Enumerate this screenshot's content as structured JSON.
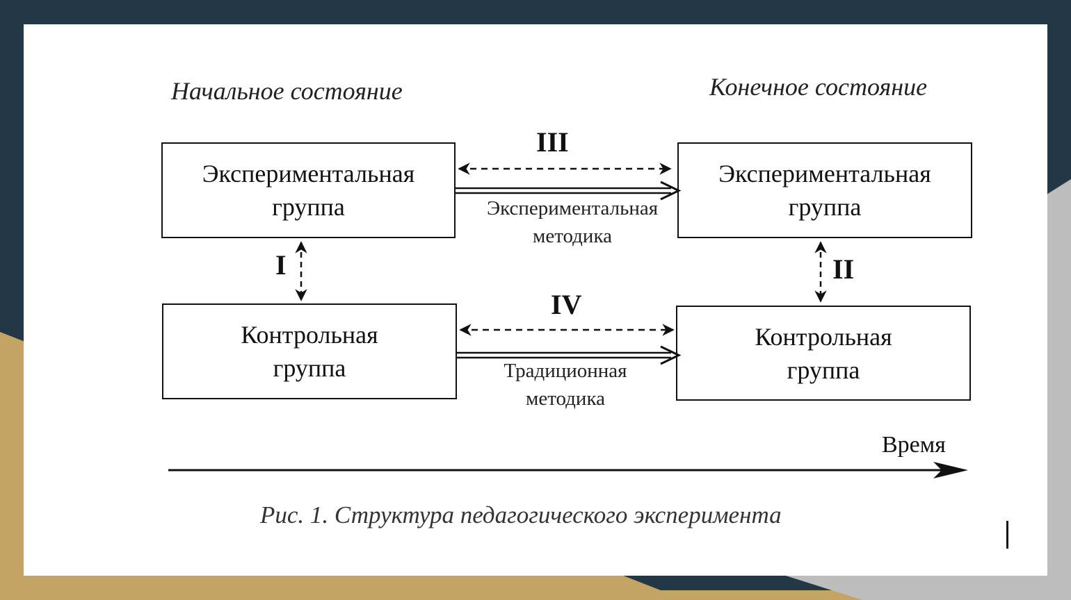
{
  "background": {
    "dark": "#233746",
    "gold": "#C4A465",
    "grey": "#BDBDBD",
    "slide": "#FFFFFF"
  },
  "diagram": {
    "initial_state": "Начальное состояние",
    "final_state": "Конечное состояние",
    "exp_group_start": {
      "line1": "Экспериментальная",
      "line2": "группа"
    },
    "exp_group_end": {
      "line1": "Экспериментальная",
      "line2": "группа"
    },
    "ctrl_group_start": {
      "line1": "Контрольная",
      "line2": "группа"
    },
    "ctrl_group_end": {
      "line1": "Контрольная",
      "line2": "группа"
    },
    "comparisons": {
      "I": "I",
      "II": "II",
      "III": "III",
      "IV": "IV"
    },
    "exp_method": {
      "line1": "Экспериментальная",
      "line2": "методика"
    },
    "trad_method": {
      "line1": "Традиционная",
      "line2": "методика"
    },
    "time_label": "Время",
    "caption": "Рис. 1. Структура педагогического эксперимента"
  }
}
